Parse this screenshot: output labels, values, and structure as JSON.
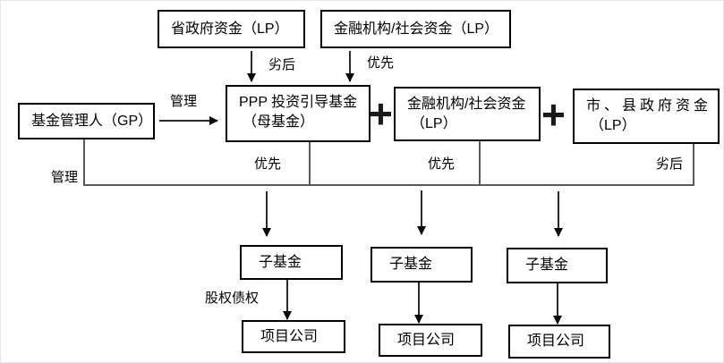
{
  "boxes": {
    "provincial_fund": "省政府资金（LP）",
    "financial_social_top": "金融机构/社会资金（LP）",
    "fund_manager": "基金管理人（GP）",
    "ppp_fund_line1": "PPP 投资引导基金",
    "ppp_fund_line2": "（母基金）",
    "financial_social_mid_line1": "金融机构/社会资金",
    "financial_social_mid_line2": "（LP）",
    "city_county_line1": "市、县政府资金",
    "city_county_line2": "（LP）",
    "sub_fund": "子基金",
    "project_company": "项目公司"
  },
  "labels": {
    "manage_top": "管理",
    "subordinate_top": "劣后",
    "priority_top": "优先",
    "priority_under_ppp": "优先",
    "priority_under_mid": "优先",
    "subordinate_under_right": "劣后",
    "manage_bottom": "管理",
    "equity_debt": "股权债权",
    "plus": "+"
  },
  "colors": {
    "background": "#ffffff",
    "box_border": "#000000",
    "connector_line": "#595959",
    "arrow": "#0a0a0a"
  }
}
